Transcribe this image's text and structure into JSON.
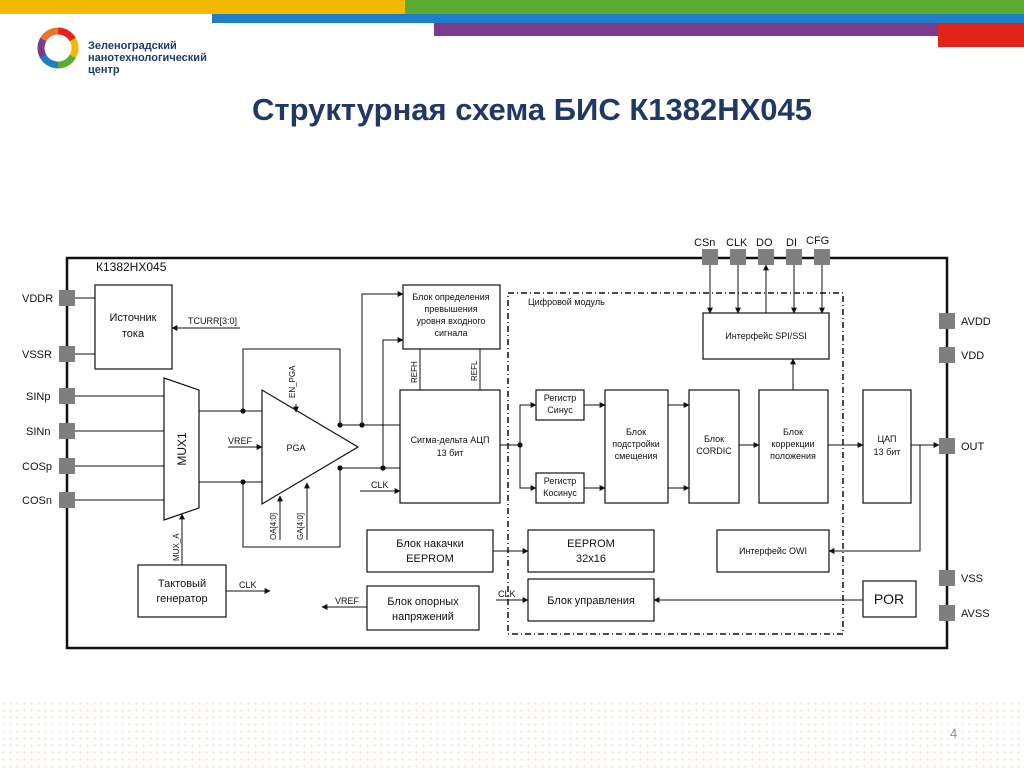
{
  "slide": {
    "title": "Структурная схема БИС К1382НХ045",
    "page_number": "4"
  },
  "logo": {
    "line1": "Зеленоградский",
    "line2": "нанотехнологический",
    "line3": "центр"
  },
  "colors": {
    "bar_yellow": "#f5b800",
    "bar_green": "#5aab2e",
    "bar_blue": "#1f7ec8",
    "bar_purple": "#7a3b8e",
    "bar_red": "#e2231a",
    "title": "#1f3864",
    "pin": "#7f7f7f"
  },
  "diagram": {
    "chip_label": "К1382НХ045",
    "digital_module_label": "Цифровой модуль",
    "left_pins": [
      "VDDR",
      "VSSR",
      "SINp",
      "SINn",
      "COSp",
      "COSn"
    ],
    "right_pins": [
      "AVDD",
      "VDD",
      "OUT",
      "VSS",
      "AVSS"
    ],
    "top_pins": [
      "CSn",
      "CLK",
      "DO",
      "DI",
      "CFG"
    ],
    "blocks": {
      "current_source": [
        "Источник",
        "тока"
      ],
      "mux": "MUX1",
      "pga": "PGA",
      "overflow_detect": [
        "Блок определения",
        "превышения",
        "уровня входного",
        "сигнала"
      ],
      "adc": [
        "Сигма-дельта АЦП",
        "13 бит"
      ],
      "reg_sin": [
        "Регистр",
        "Синус"
      ],
      "reg_cos": [
        "Регистр",
        "Косинус"
      ],
      "offset_adjust": [
        "Блок",
        "подстройки",
        "смещения"
      ],
      "cordic": [
        "Блок",
        "CORDIC"
      ],
      "position_correction": [
        "Блок",
        "коррекции",
        "положения"
      ],
      "spi": "Интерфейс SPI/SSI",
      "dac": [
        "ЦАП",
        "13 бит"
      ],
      "eeprom_pump": [
        "Блок накачки",
        "EEPROM"
      ],
      "eeprom": [
        "EEPROM",
        "32x16"
      ],
      "owi": "Интерфейс OWI",
      "clock_gen": [
        "Тактовый",
        "генератор"
      ],
      "ref_voltages": [
        "Блок опорных",
        "напряжений"
      ],
      "control": "Блок управления",
      "por": "POR"
    },
    "signals": {
      "tcurr": "TCURR[3:0]",
      "vref_pga": "VREF",
      "en_pga": "EN_PGA",
      "oa": "OA[4:0]",
      "ga": "GA[4:0]",
      "mux_a": "MUX_A",
      "clk_adc": "CLK",
      "clk_gen": "CLK",
      "clk_ctrl": "CLK",
      "vref_out": "VREF",
      "refh": "REFH",
      "refl": "REFL"
    }
  }
}
